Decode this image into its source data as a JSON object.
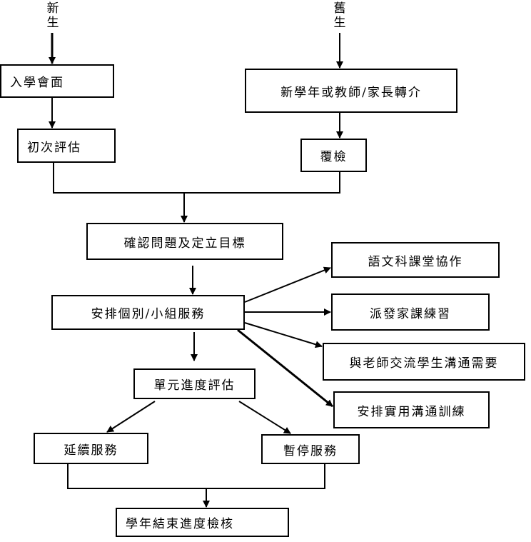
{
  "nodes": {
    "new_student": [
      "新",
      "生"
    ],
    "old_student": [
      "舊",
      "生"
    ],
    "intake": "入學會面",
    "initial_assess": "初次評估",
    "referral": "新學年或教師/家長轉介",
    "recheck": "覆檢",
    "goals": "確認問題及定立目標",
    "services": "安排個別/小組服務",
    "lang_collab": "語文科課堂協作",
    "homework": "派發家課練習",
    "teacher_comm": "與老師交流學生溝通需要",
    "practical": "安排實用溝通訓練",
    "unit_review": "單元進度評估",
    "continue": "延續服務",
    "pause": "暫停服務",
    "year_end": "學年結束進度檢核"
  }
}
